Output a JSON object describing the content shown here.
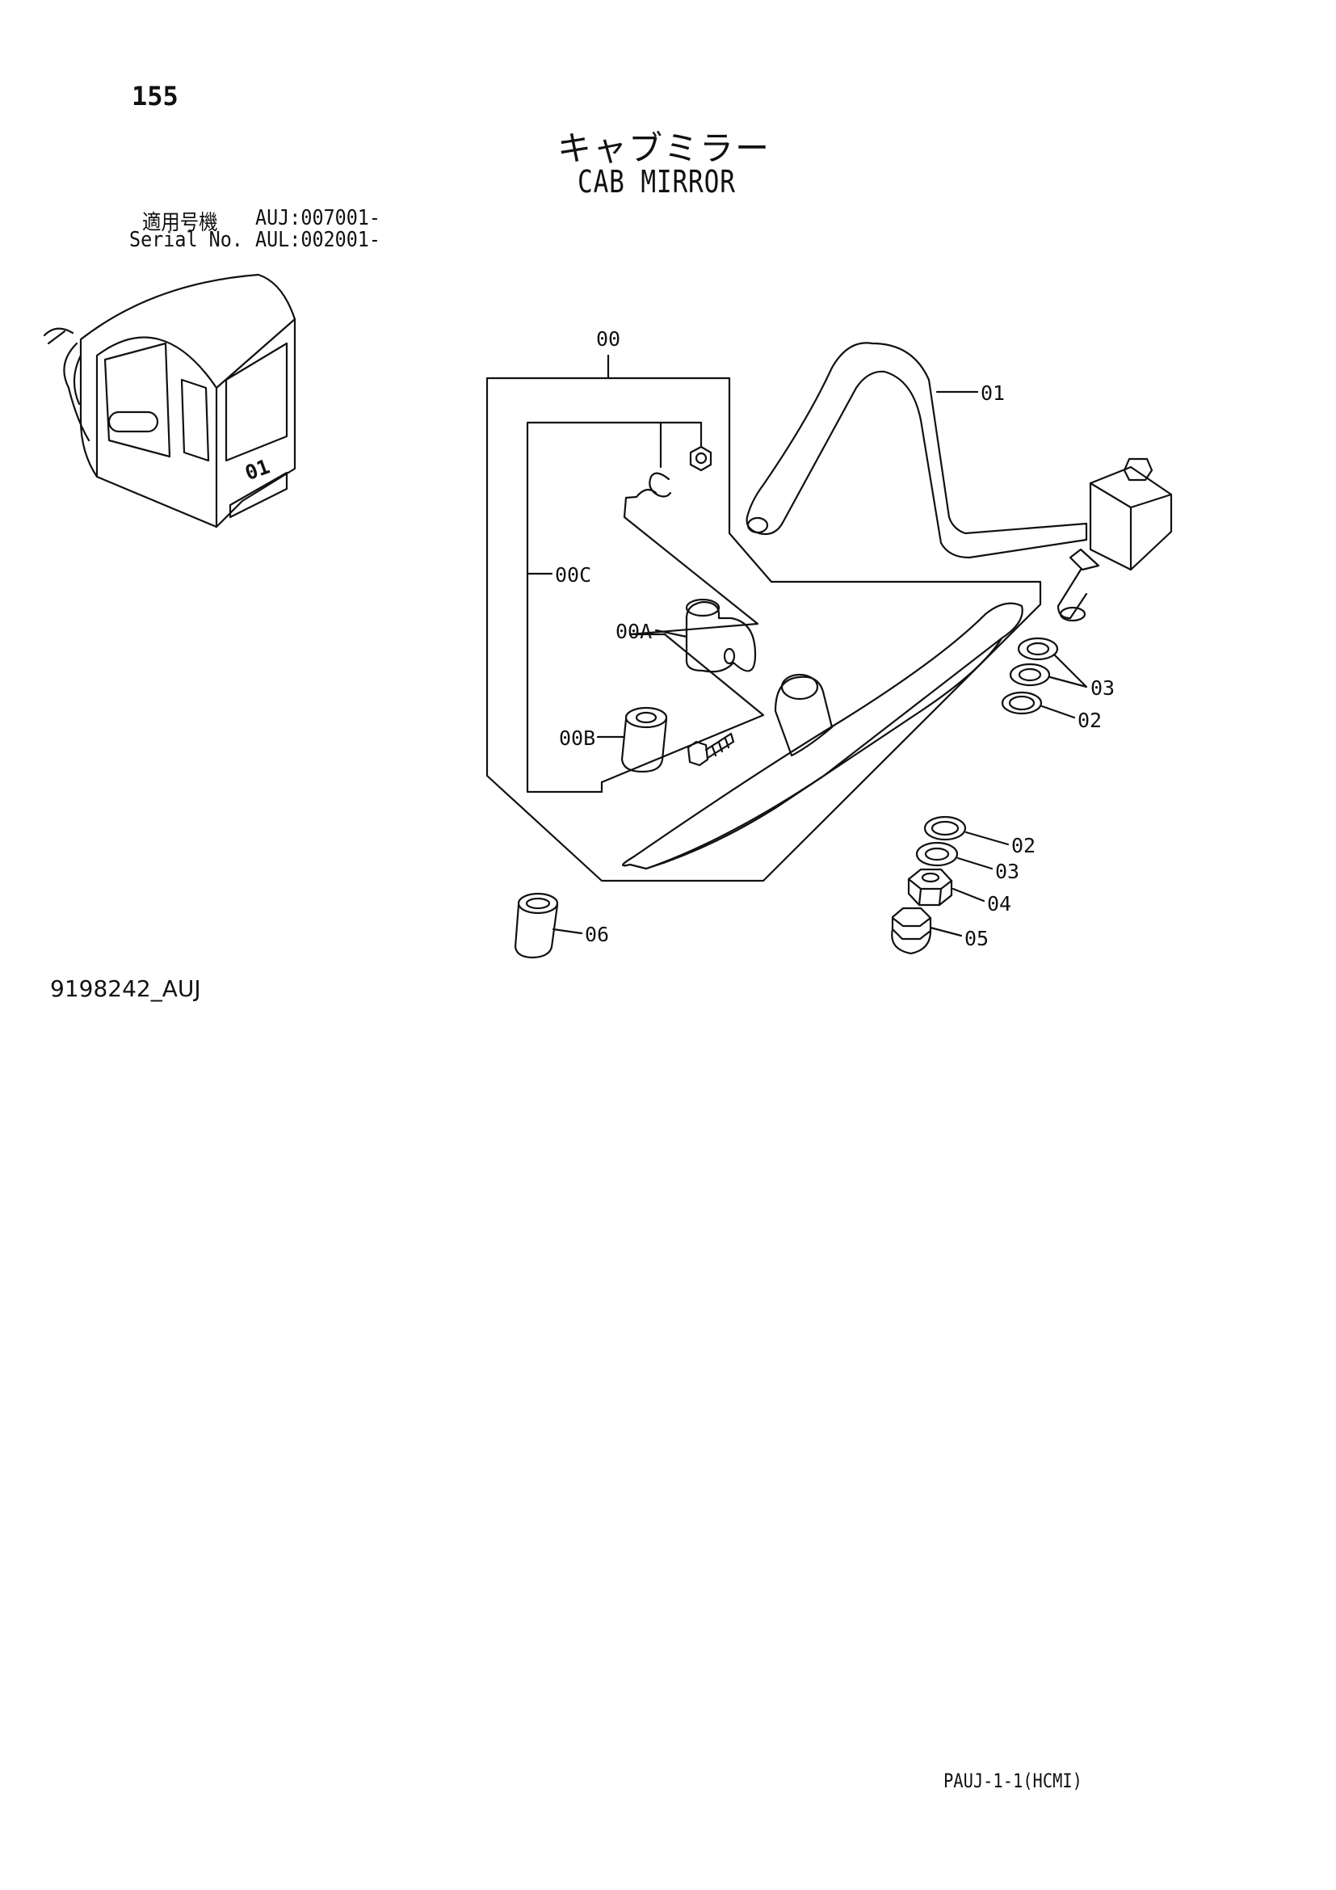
{
  "header": {
    "page_number": "155",
    "title_jp": "キャブミラー",
    "title_en": "CAB MIRROR"
  },
  "serial": {
    "label_jp": "適用号機",
    "value_1": "AUJ:007001-",
    "label_en": "Serial No.",
    "value_2": "AUL:002001-"
  },
  "inset": {
    "cab_mark": "01"
  },
  "callouts": {
    "c00": "00",
    "c01": "01",
    "c00A": "00A",
    "c00B": "00B",
    "c00C": "00C",
    "c02a": "02",
    "c03a": "03",
    "c02b": "02",
    "c03b": "03",
    "c04": "04",
    "c05": "05",
    "c06": "06"
  },
  "footer": {
    "drawing_number": "9198242_AUJ",
    "catalog_code": "PAUJ-1-1(HCMI)"
  }
}
